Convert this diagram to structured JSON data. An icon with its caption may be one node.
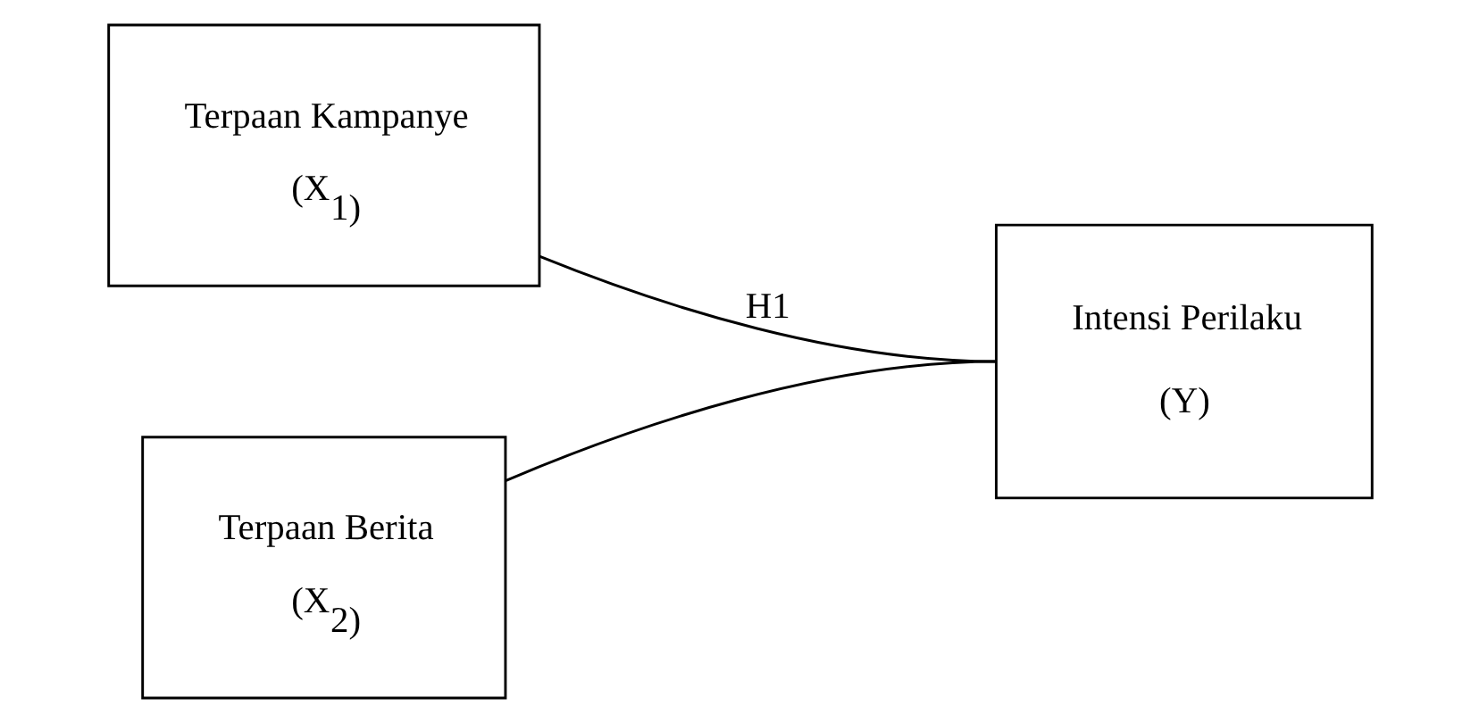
{
  "diagram": {
    "nodes": [
      {
        "text": [
          "Terpaan Kampanye",
          "(X$_{1)}$"
        ]
      },
      {
        "text": [
          "Terpaan Berita",
          "(X$_{2)}$"
        ]
      },
      {
        "text": [
          "Intensi Perilaku",
          "(Y)"
        ]
      }
    ],
    "edges": [
      {
        "from": 0,
        "to": 2,
        "arrow": "none",
        "label": "H1"
      },
      {
        "from": 1,
        "to": 2,
        "arrow": "none"
      }
    ]
  }
}
